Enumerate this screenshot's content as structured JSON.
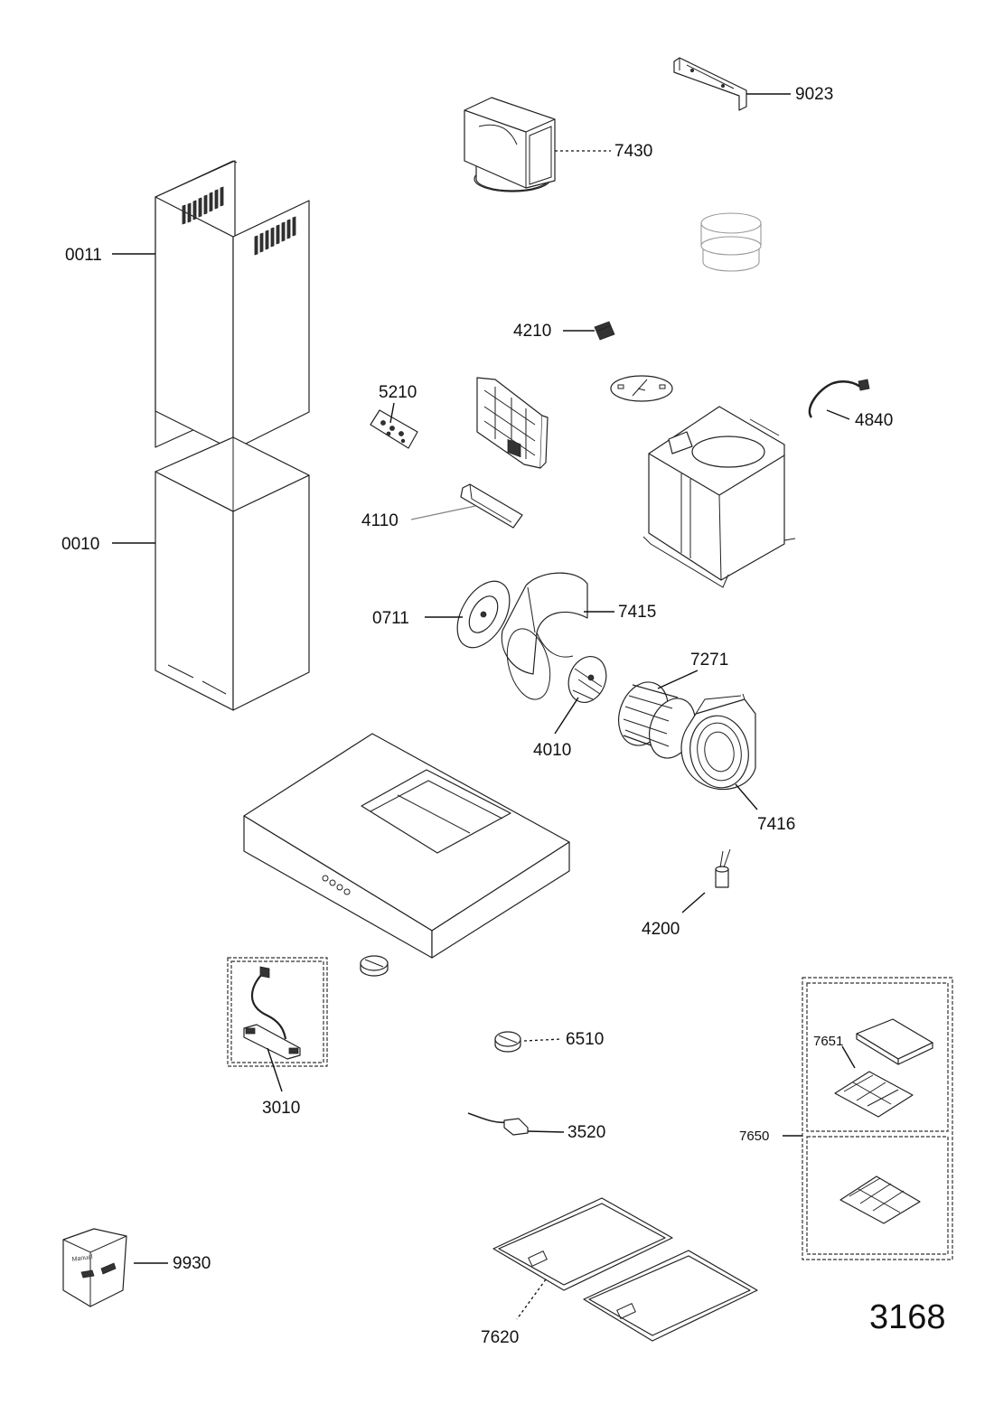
{
  "figure_number": "3168",
  "part_labels": {
    "p9023": "9023",
    "p7430": "7430",
    "p0011": "0011",
    "p4210": "4210",
    "p5210": "5210",
    "p4840": "4840",
    "p4110": "4110",
    "p0010": "0010",
    "p0711": "0711",
    "p7415": "7415",
    "p7271": "7271",
    "p4010": "4010",
    "p7416": "7416",
    "p4200": "4200",
    "p6510": "6510",
    "p7651": "7651",
    "p3010": "3010",
    "p3520": "3520",
    "p7650": "7650",
    "p9930": "9930",
    "p7620": "7620"
  },
  "manual_bag_text": "Manual"
}
